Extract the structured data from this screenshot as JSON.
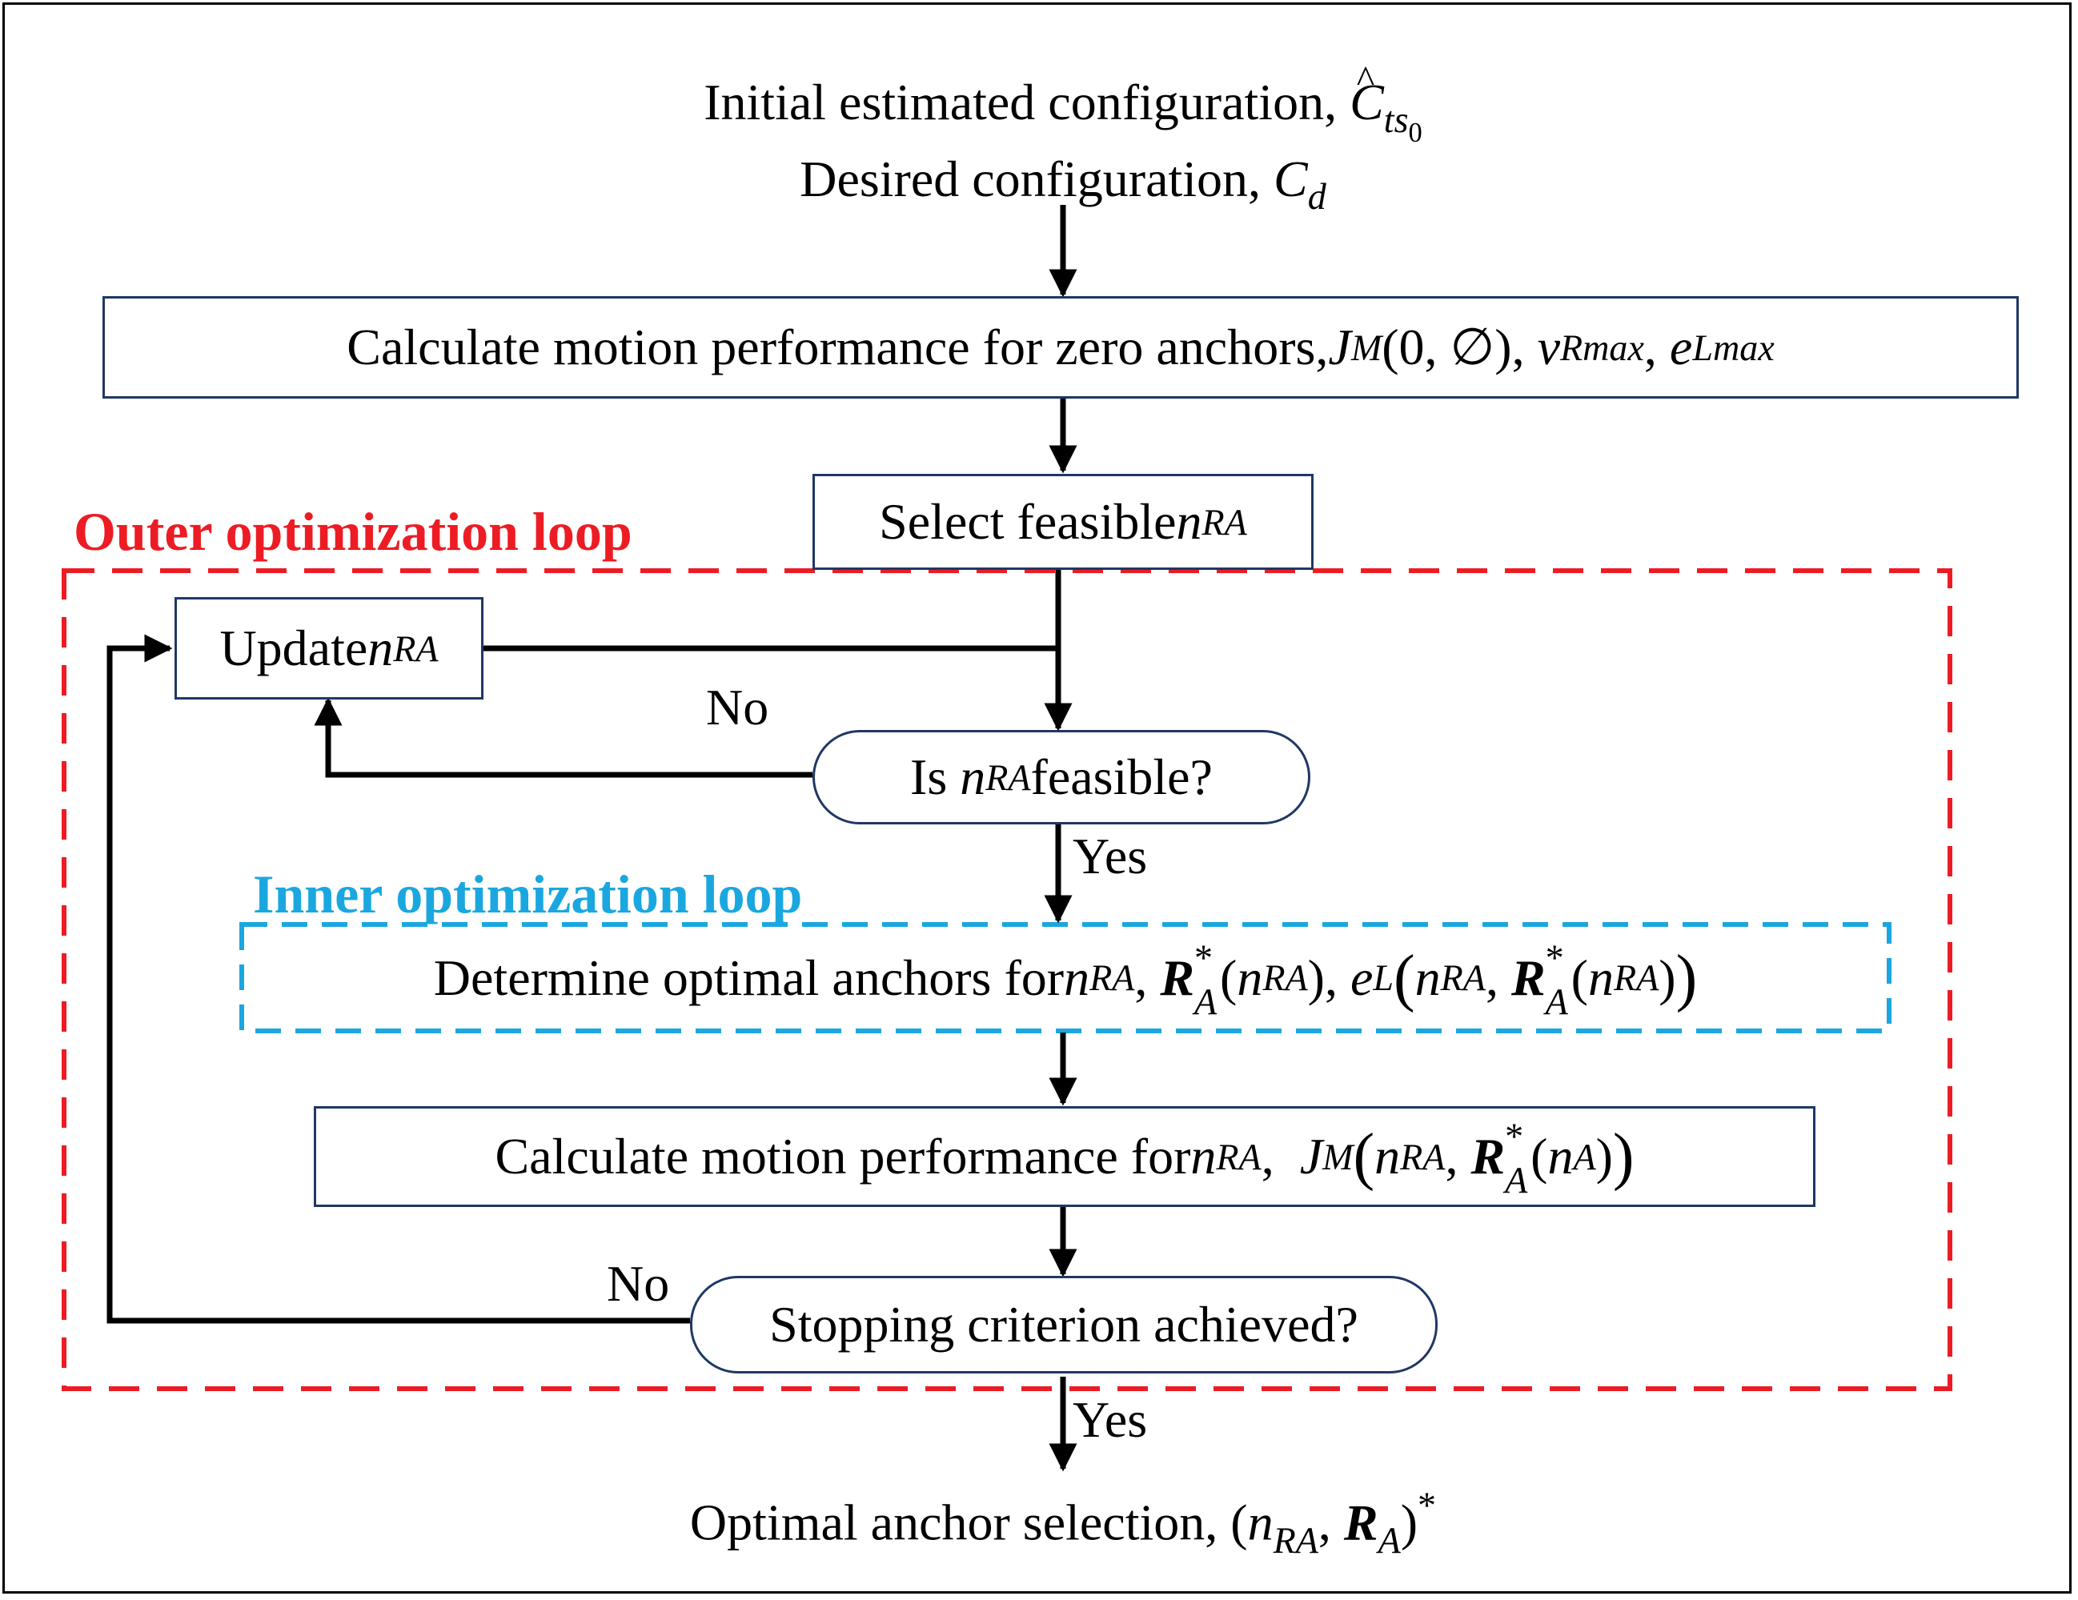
{
  "inputs": {
    "initial_label": "Initial estimated configuration, ",
    "initial_sym": "C",
    "initial_sub": "ts",
    "initial_subsub": "0",
    "desired_label": "Desired configuration, ",
    "desired_sym": "C",
    "desired_sub": "d"
  },
  "step_zero": {
    "text": "Calculate motion performance for zero anchors, ",
    "J": "J",
    "J_sub": "M",
    "args": "(0, ∅)",
    "v": "v",
    "v_sub": "Rmax",
    "e": "e",
    "e_sub": "Lmax"
  },
  "select": {
    "text": "Select feasible ",
    "n": "n",
    "n_sub": "RA"
  },
  "update": {
    "text": "Update ",
    "n": "n",
    "n_sub": "RA"
  },
  "feasible_check": {
    "pre": "Is ",
    "n": "n",
    "n_sub": "RA",
    "post": " feasible?"
  },
  "labels": {
    "no_1": "No",
    "yes_1": "Yes",
    "no_2": "No",
    "yes_2": "Yes"
  },
  "outer_loop_title": "Outer optimization loop",
  "inner_loop_title": "Inner optimization loop",
  "determine": {
    "text": "Determine optimal anchors for ",
    "n": "n",
    "n_sub": "RA",
    "R": "R",
    "R_sub": "A",
    "R_sup": "*",
    "e": "e",
    "e_sub": "L"
  },
  "calc_n": {
    "text": "Calculate motion performance for ",
    "n": "n",
    "n_sub": "RA",
    "J": "J",
    "J_sub": "M",
    "R": "R",
    "R_sub": "A",
    "R_sup": "*",
    "nA": "n",
    "nA_sub": "A"
  },
  "stop_check": {
    "text": "Stopping criterion achieved?"
  },
  "output": {
    "text": "Optimal anchor selection, ",
    "n": "n",
    "n_sub": "RA",
    "R": "R",
    "R_sub": "A",
    "sup": "*"
  },
  "colors": {
    "outer_loop": "#ed1c24",
    "inner_loop": "#1aa7e0",
    "box_border": "#1f3864",
    "arrow": "#000000"
  }
}
